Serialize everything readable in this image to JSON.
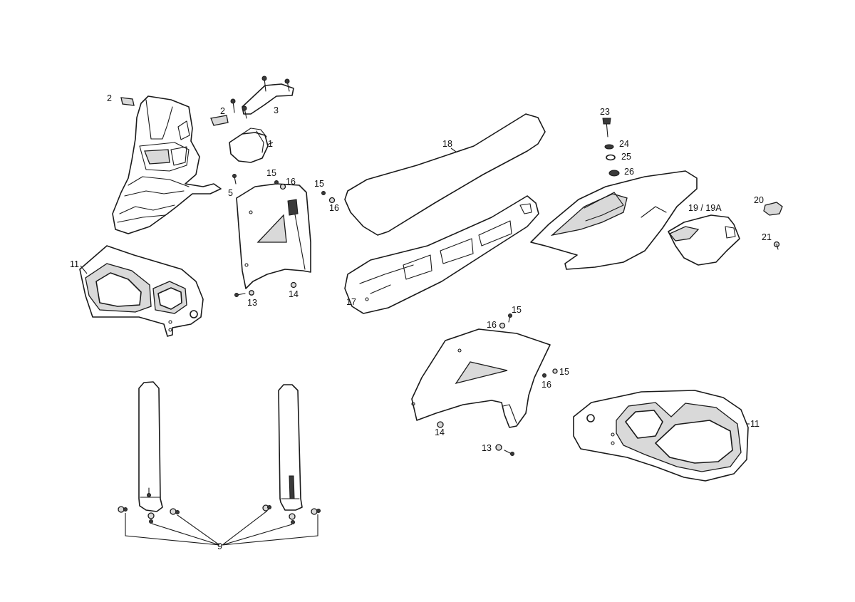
{
  "callouts": {
    "c1": "1",
    "c2a": "2",
    "c2b": "2",
    "c3": "3",
    "c5": "5",
    "c11a": "11",
    "c11b": "11",
    "c13a": "13",
    "c13b": "13",
    "c14a": "14",
    "c14b": "14",
    "c15a": "15",
    "c15b": "15",
    "c15c": "15",
    "c15d": "15",
    "c16a": "16",
    "c16b": "16",
    "c16c": "16",
    "c16d": "16",
    "c17": "17",
    "c18": "18",
    "c19": "19 / 19A",
    "c20": "20",
    "c21": "21",
    "c23": "23",
    "c24": "24",
    "c25": "25",
    "c26": "26",
    "c9": "9"
  },
  "colors": {
    "line": "#1a1a1a",
    "background": "#ffffff",
    "shade": "#d9d9d9"
  }
}
